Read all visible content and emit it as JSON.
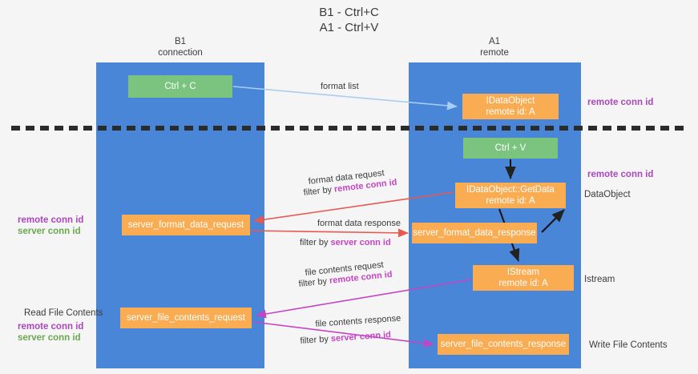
{
  "title": "B1 - Ctrl+C\nA1 - Ctrl+V",
  "lanes": {
    "b1": {
      "name": "B1",
      "sub": "connection"
    },
    "a1": {
      "name": "A1",
      "sub": "remote"
    }
  },
  "nodes": {
    "ctrl_c": {
      "label": "Ctrl + C",
      "color": "#7ac47f"
    },
    "dataobject": {
      "line1": "IDataObject",
      "line2": "remote id: A",
      "color": "#f9ac52"
    },
    "ctrl_v": {
      "label": "Ctrl + V",
      "color": "#7ac47f"
    },
    "getdata": {
      "line1": "IDataObject::GetData",
      "line2": "remote id: A",
      "color": "#f9ac52"
    },
    "format_data_request": {
      "label": "server_format_data_request",
      "color": "#f9ac52"
    },
    "format_data_response": {
      "label": "server_format_data_response",
      "color": "#f9ac52"
    },
    "istream": {
      "line1": "IStream",
      "line2": "remote id: A",
      "color": "#f9ac52"
    },
    "file_contents_request": {
      "label": "server_file_contents_request",
      "color": "#f9ac52"
    },
    "file_contents_response": {
      "label": "server_file_contents_response",
      "color": "#f9ac52"
    }
  },
  "edges": {
    "format_list": "format list",
    "format_data_request": "format data request",
    "format_data_request_filter_prefix": "filter by ",
    "format_data_request_filter_key": "remote conn id",
    "format_data_response": "format data response",
    "format_data_response_filter_prefix": "filter by ",
    "format_data_response_filter_key": "server conn id",
    "file_contents_request": "file contents request",
    "file_contents_request_filter_prefix": "filter by ",
    "file_contents_request_filter_key": "remote conn id",
    "file_contents_response": "file contents response",
    "file_contents_response_filter_prefix": "filter by ",
    "file_contents_response_filter_key": "server conn id"
  },
  "annotations": {
    "remote_conn_id_top": "remote conn id",
    "remote_conn_id_mid": "remote conn id",
    "dataobject": "DataObject",
    "istream": "Istream",
    "write_file_contents": "Write File Contents",
    "read_file_contents": "Read File Contents",
    "remote_conn_id_left_1": "remote conn id",
    "server_conn_id_left_1": "server conn id",
    "remote_conn_id_left_2": "remote conn id",
    "server_conn_id_left_2": "server conn id"
  },
  "colors": {
    "lane": "#4a86d8",
    "green": "#7ac47f",
    "orange": "#f9ac52",
    "purple": "#ab47bc",
    "green_text": "#6aa84f",
    "magenta": "#c445c4",
    "red_arrow": "#e8584f",
    "light_blue_arrow": "#a8cdf0",
    "background": "#f5f5f5",
    "divider": "#2b2b2b"
  }
}
